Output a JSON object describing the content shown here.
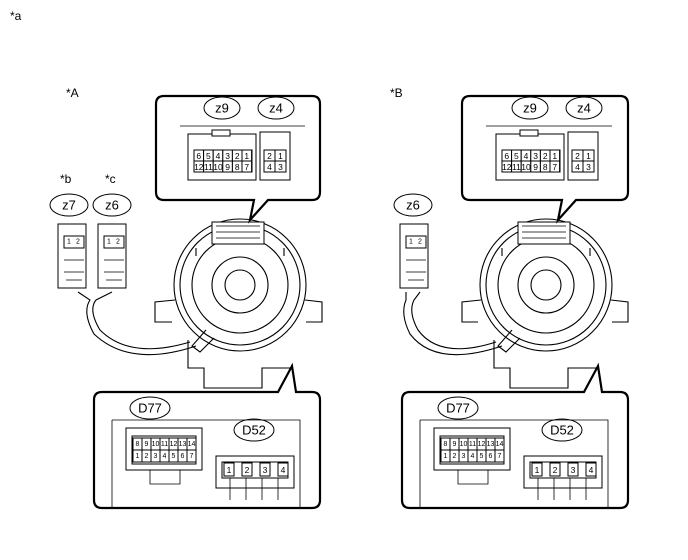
{
  "figure_label": "*a",
  "variants": [
    {
      "label": "*A",
      "top_callout": {
        "connectors": [
          "z9",
          "z4"
        ],
        "z9_pins": [
          [
            "6",
            "5",
            "4",
            "3",
            "2",
            "1"
          ],
          [
            "12",
            "11",
            "10",
            "9",
            "8",
            "7"
          ]
        ],
        "z4_pins": [
          [
            "2",
            "1"
          ],
          [
            "4",
            "3"
          ]
        ]
      },
      "side_connectors": [
        {
          "star": "*b",
          "name": "z7",
          "pins": [
            "1",
            "2"
          ]
        },
        {
          "star": "*c",
          "name": "z6",
          "pins": [
            "1",
            "2"
          ]
        }
      ],
      "bottom_callout": {
        "connectors": [
          "D77",
          "D52"
        ],
        "d77_pins": [
          [
            "8",
            "9",
            "10",
            "11",
            "12",
            "13",
            "14"
          ],
          [
            "1",
            "2",
            "3",
            "4",
            "5",
            "6",
            "7"
          ]
        ],
        "d52_pins": [
          "1",
          "2",
          "3",
          "4"
        ]
      }
    },
    {
      "label": "*B",
      "top_callout": {
        "connectors": [
          "z9",
          "z4"
        ],
        "z9_pins": [
          [
            "6",
            "5",
            "4",
            "3",
            "2",
            "1"
          ],
          [
            "12",
            "11",
            "10",
            "9",
            "8",
            "7"
          ]
        ],
        "z4_pins": [
          [
            "2",
            "1"
          ],
          [
            "4",
            "3"
          ]
        ]
      },
      "side_connectors": [
        {
          "star": "",
          "name": "z6",
          "pins": [
            "1",
            "2"
          ]
        }
      ],
      "bottom_callout": {
        "connectors": [
          "D77",
          "D52"
        ],
        "d77_pins": [
          [
            "8",
            "9",
            "10",
            "11",
            "12",
            "13",
            "14"
          ],
          [
            "1",
            "2",
            "3",
            "4",
            "5",
            "6",
            "7"
          ]
        ],
        "d52_pins": [
          "1",
          "2",
          "3",
          "4"
        ]
      }
    }
  ]
}
